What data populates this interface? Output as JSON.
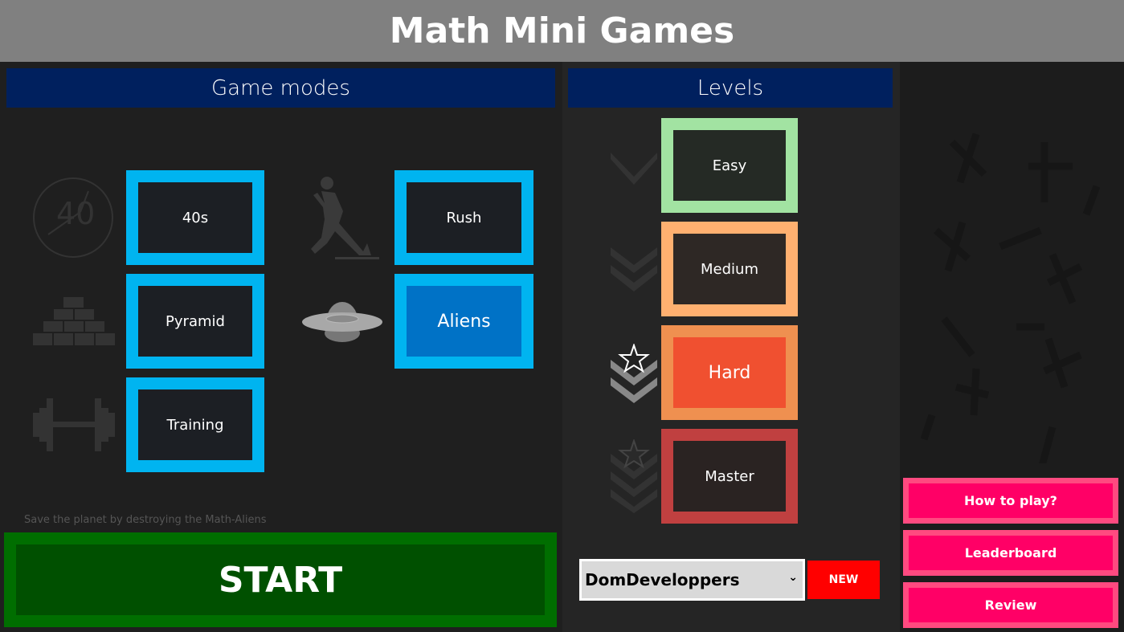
{
  "header": {
    "title": "Math Mini Games"
  },
  "game_modes": {
    "title": "Game modes",
    "modes": [
      {
        "label": "40s",
        "icon": "stopwatch-icon",
        "selected": false
      },
      {
        "label": "Rush",
        "icon": "runner-icon",
        "selected": false
      },
      {
        "label": "Pyramid",
        "icon": "bricks-pyramid-icon",
        "selected": false
      },
      {
        "label": "Aliens",
        "icon": "ufo-icon",
        "selected": true
      },
      {
        "label": "Training",
        "icon": "dumbbell-icon",
        "selected": false
      }
    ],
    "stopwatch_text": "40",
    "description": "Save the planet by destroying the Math-Aliens",
    "start_label": "START"
  },
  "levels": {
    "title": "Levels",
    "items": [
      {
        "label": "Easy",
        "color": "#a2e3a2",
        "selected": false
      },
      {
        "label": "Medium",
        "color": "#ffb070",
        "selected": false
      },
      {
        "label": "Hard",
        "color": "#ef9050",
        "selected": true
      },
      {
        "label": "Master",
        "color": "#c04040",
        "selected": false
      }
    ]
  },
  "player": {
    "selected": "DomDeveloppers",
    "new_label": "NEW"
  },
  "side": {
    "how_to_play": "How to play?",
    "leaderboard": "Leaderboard",
    "review": "Review"
  },
  "colors": {
    "mode_border": "#00b4f0",
    "selected_mode": "#0072c6",
    "start": "#005000",
    "side_button": "#ff0066",
    "new_button": "#ff0000"
  }
}
